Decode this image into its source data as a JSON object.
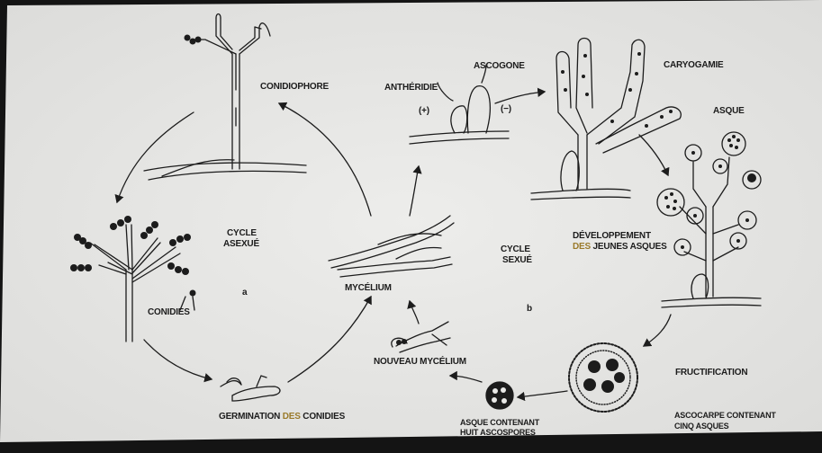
{
  "diagram": {
    "labels": {
      "conidiophore": "CONIDIOPHORE",
      "antheridie": "ANTHÉRIDIE",
      "ascogone": "ASCOGONE",
      "plus": "(+)",
      "minus": "(−)",
      "caryogamie": "CARYOGAMIE",
      "asque": "ASQUE",
      "cycle_asexue_1": "CYCLE",
      "cycle_asexue_2": "ASEXUÉ",
      "marker_a": "a",
      "conidies": "CONIDIES",
      "mycelium": "MYCÉLIUM",
      "cycle_sexue_1": "CYCLE",
      "cycle_sexue_2": "SEXUÉ",
      "marker_b": "b",
      "developpement_1": "DÉVELOPPEMENT",
      "developpement_2a": "DES",
      "developpement_2b": " JEUNES ASQUES",
      "fructification": "FRUCTIFICATION",
      "nouveau_mycelium": "NOUVEAU MYCÉLIUM",
      "germination_a": "GERMINATION ",
      "germination_b": "DES",
      "germination_c": " CONIDIES",
      "asque_contenant_1": "ASQUE CONTENANT",
      "asque_contenant_2": "HUIT ASCOSPORES",
      "ascocarpe_1": "ASCOCARPE CONTENANT",
      "ascocarpe_2": "CINQ ASQUES"
    },
    "colors": {
      "paper": "#e9e9e7",
      "ink": "#1c1c1c",
      "accent": "#9a7a2a",
      "frame": "#141414"
    }
  }
}
